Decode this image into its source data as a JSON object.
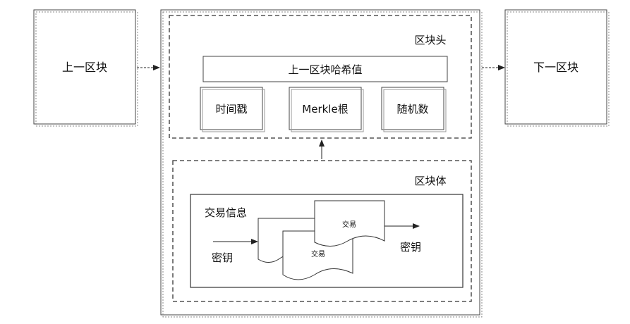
{
  "prev_block": {
    "label": "上一区块"
  },
  "next_block": {
    "label": "下一区块"
  },
  "block_header": {
    "title": "区块头",
    "prev_hash": "上一区块哈希值",
    "fields": [
      "时间戳",
      "Merkle根",
      "随机数"
    ]
  },
  "block_body": {
    "title": "区块体",
    "tx_info": "交易信息",
    "key_in": "密钥",
    "key_out": "密钥",
    "doc_back": "交易",
    "doc_front": "交易"
  }
}
